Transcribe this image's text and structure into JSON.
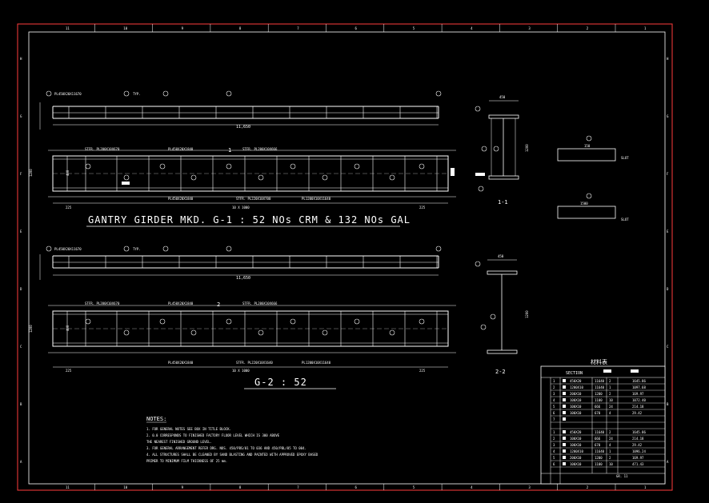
{
  "colors": {
    "background": "#000000",
    "line": "#ffffff",
    "border_outer": "#ff3b3b",
    "accent": "#ffff66",
    "dim": "#9a9a9a"
  },
  "grid_top": [
    "11",
    "10",
    "9",
    "8",
    "7",
    "6",
    "5",
    "4",
    "3",
    "2",
    "1"
  ],
  "grid_left": [
    "H",
    "G",
    "F",
    "E",
    "D",
    "C",
    "B",
    "A"
  ],
  "girder1": {
    "callouts_top": [
      "PL450X20X11670",
      "TYP.",
      "1",
      "4",
      "5"
    ],
    "span": "11,650",
    "stiffener_label": "STFR. PL200X10X670",
    "flange_top": "PL450X20X1840",
    "section_mark": "1",
    "stiffener_right": "STFR. PL200X10X666",
    "flange_bot": "PL450X20X1840",
    "stiffener_mid": "STFR. PL220X10X700",
    "web": "PL1200X10X11640",
    "bottom_dims": [
      "225",
      "10 X 1000",
      "225"
    ],
    "left_dims": [
      "1200",
      "400"
    ],
    "title": "GANTRY GIRDER MKD. G-1 : 52 NOs CRM & 132 NOs GAL"
  },
  "girder2": {
    "callouts_top": [
      "PL450X20X11670",
      "TYP.",
      "1",
      "4",
      "5"
    ],
    "span": "11,650",
    "stiffener_label": "STFR. PL200X10X670",
    "flange_top": "PL450X20X1840",
    "section_mark": "2",
    "stiffener_right": "STFR. PL200X10X666",
    "flange_bot": "PL450X20X1840",
    "stiffener_mid": "STFR. PL220X10X1640",
    "web": "PL1200X10X11640",
    "bottom_dims": [
      "225",
      "10 X 1000",
      "225"
    ],
    "left_dims": [
      "1200",
      "400"
    ],
    "title": "G-2 : 52"
  },
  "section1": {
    "label": "1-1",
    "width": "450",
    "height": "1200"
  },
  "section2": {
    "label": "2-2",
    "width": "450",
    "height": "1200"
  },
  "details": [
    {
      "mark": "6",
      "dim": "150",
      "note": "SLOT"
    },
    {
      "mark": "6",
      "dim": "1500",
      "note": "SLOT"
    }
  ],
  "notes": {
    "heading": "NOTES:",
    "items": [
      "1. FOR GENERAL NOTES SEE BOX IN TITLE BLOCK.",
      "2. 0.0 CORRESPONDS TO FINISHED FACTORY FLOOR LEVEL WHICH IS 300 ABOVE",
      "   THE NEAREST FINISHED GROUND LEVEL.",
      "3. FOR GENERAL ARRANGEMENT REFER DRG. NOS. 450/PBS/01 TO 036 AND 450/PBL/05 TO 004.",
      "4. ALL STRUCTURES SHALL BE CLEANED BY SAND BLASTING AND PAINTED WITH APPROVED EPOXY BASED",
      "   PRIMER TO MINIMUM FILM THICKNESS OF 25 mm."
    ]
  },
  "material_table": {
    "title": "材料表",
    "header": "SECTION",
    "group1": [
      {
        "no": "1",
        "section": "450X20",
        "length": "11640",
        "qty": "2",
        "weight": "1645.86"
      },
      {
        "no": "2",
        "section": "1200X10",
        "length": "11640",
        "qty": "1",
        "weight": "1097.68"
      },
      {
        "no": "3",
        "section": "200X10",
        "length": "1200",
        "qty": "2",
        "weight": "169.97"
      },
      {
        "no": "4",
        "section": "100X10",
        "length": "1100",
        "qty": "10",
        "weight": "1072.40"
      },
      {
        "no": "5",
        "section": "100X10",
        "length": "666",
        "qty": "24",
        "weight": "214.18"
      },
      {
        "no": "6",
        "section": "100X10",
        "length": "670",
        "qty": "4",
        "weight": "29.42"
      },
      {
        "no": "7",
        "section": "",
        "length": "",
        "qty": "",
        "weight": ""
      }
    ],
    "group2": [
      {
        "no": "1",
        "section": "450X20",
        "length": "11640",
        "qty": "2",
        "weight": "1645.86"
      },
      {
        "no": "2",
        "section": "100X10",
        "length": "666",
        "qty": "24",
        "weight": "214.18"
      },
      {
        "no": "3",
        "section": "100X10",
        "length": "670",
        "qty": "4",
        "weight": "29.42"
      },
      {
        "no": "4",
        "section": "1200X10",
        "length": "11640",
        "qty": "1",
        "weight": "1096.24"
      },
      {
        "no": "5",
        "section": "200X10",
        "length": "1200",
        "qty": "2",
        "weight": "169.97"
      },
      {
        "no": "6",
        "section": "100X10",
        "length": "1100",
        "qty": "10",
        "weight": "471.43"
      }
    ],
    "footer": "GR. 11"
  }
}
